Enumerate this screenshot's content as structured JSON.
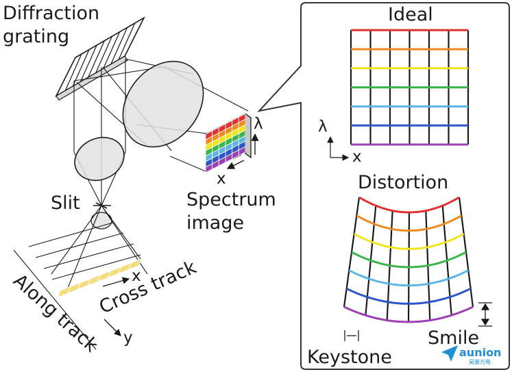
{
  "labels": {
    "diffraction_line1": "Diffraction",
    "diffraction_line2": "grating",
    "slit": "Slit",
    "spectrum_line1": "Spectrum",
    "spectrum_line2": "image",
    "lambda": "λ",
    "x": "x",
    "y": "y",
    "along_track": "Along track",
    "cross_track": "Cross track"
  },
  "ideal_panel": {
    "title": "Ideal",
    "axis_lambda": "λ",
    "axis_x": "x"
  },
  "distortion_panel": {
    "title": "Distortion",
    "smile": "Smile",
    "keystone": "Keystone"
  },
  "spectrum_colors": [
    "#e23030",
    "#f08a1e",
    "#f2e41c",
    "#3bb54a",
    "#5ab4e6",
    "#2b55c8",
    "#9b3fb5"
  ],
  "brand": {
    "name": "aunion",
    "sub": "昊量光电",
    "color": "#1f8fd6"
  }
}
